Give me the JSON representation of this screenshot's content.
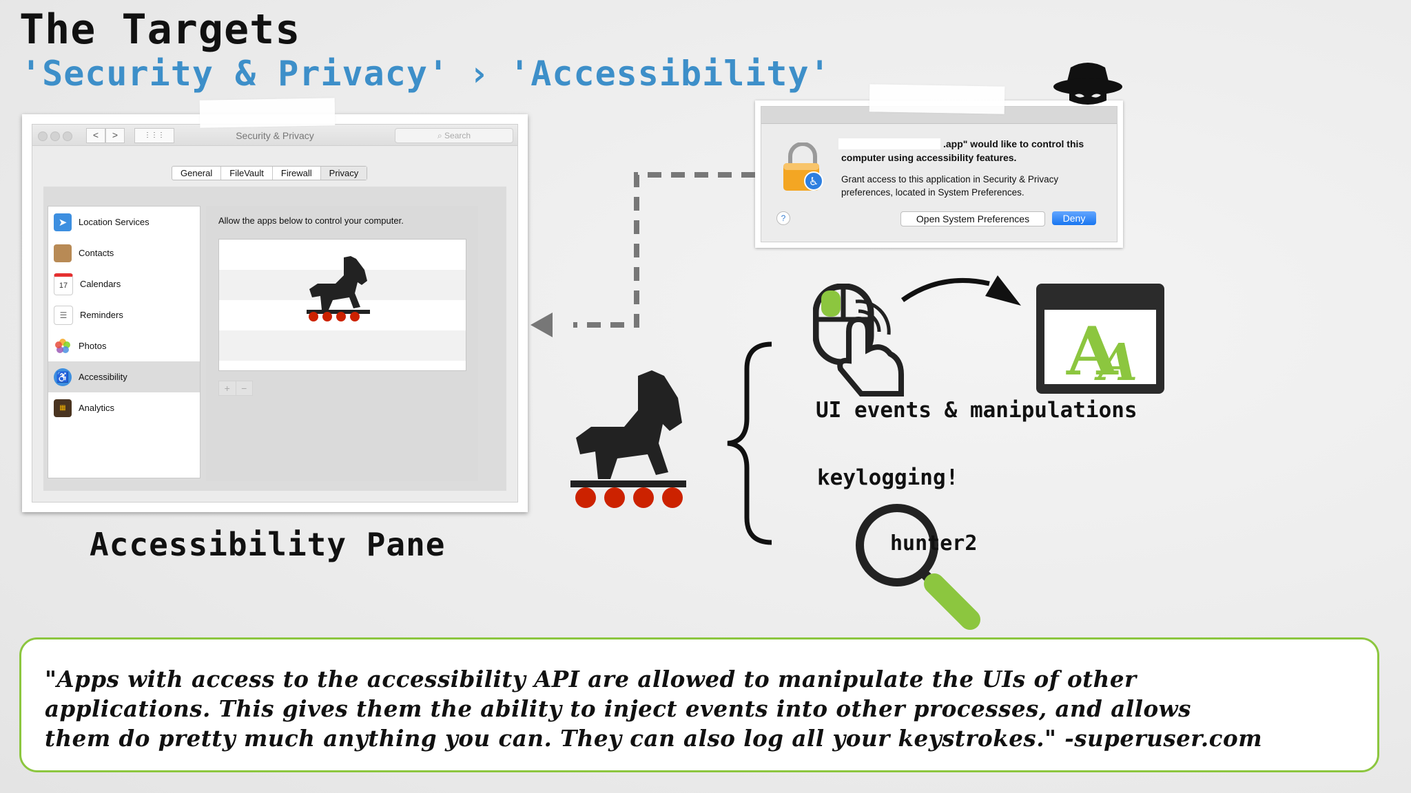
{
  "slide": {
    "title": "The Targets",
    "subtitle_part1": "'Security & Privacy'",
    "subtitle_separator": "›",
    "subtitle_part2": "'Accessibility'",
    "pane_caption": "Accessibility Pane"
  },
  "window": {
    "title": "Security & Privacy",
    "search_placeholder": "Search",
    "back_glyph": "<",
    "forward_glyph": ">",
    "grid_glyph": "⋮⋮⋮",
    "tabs": [
      "General",
      "FileVault",
      "Firewall",
      "Privacy"
    ],
    "selected_tab": "Privacy",
    "sidebar": [
      {
        "label": "Location Services",
        "icon": "location-arrow-icon",
        "color": "#3d8fe0"
      },
      {
        "label": "Contacts",
        "icon": "contacts-book-icon",
        "color": "#b88a55"
      },
      {
        "label": "Calendars",
        "icon": "calendar-icon",
        "color": "#ffffff"
      },
      {
        "label": "Reminders",
        "icon": "reminders-list-icon",
        "color": "#ffffff"
      },
      {
        "label": "Photos",
        "icon": "photos-flower-icon",
        "color": "#ffffff"
      },
      {
        "label": "Accessibility",
        "icon": "accessibility-icon",
        "color": "#3d8fe0"
      },
      {
        "label": "Analytics",
        "icon": "analytics-icon",
        "color": "#4a3420"
      }
    ],
    "selected_sidebar": "Accessibility",
    "allow_text": "Allow the apps below to control your computer.",
    "add_label": "+",
    "remove_label": "−"
  },
  "dialog": {
    "line1": ".app\" would like to control this",
    "line2": "computer using accessibility features.",
    "body": "Grant access to this application in Security & Privacy preferences, located in System Preferences.",
    "help_label": "?",
    "open_button": "Open System Preferences",
    "deny_button": "Deny"
  },
  "diagram": {
    "ui_events_label": "UI events & manipulations",
    "keylogging_label": "keylogging!",
    "password_label": "hunter2",
    "accent_green": "#8cc63f",
    "wheel_red": "#cc2200"
  },
  "quote": {
    "text": "\"Apps with access to the accessibility API are allowed to manipulate the UIs of other\napplications. This gives them the ability to inject events into other processes, and allows\nthem do pretty much anything you can. They can also log all your keystrokes.\" -superuser.com"
  }
}
